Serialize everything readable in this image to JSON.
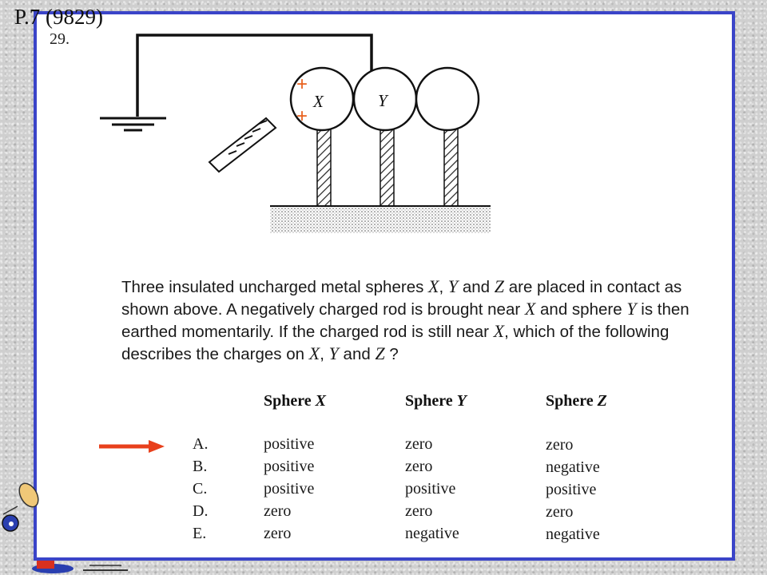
{
  "slide": {
    "title": "P.7 (9829)",
    "question_number": "29."
  },
  "diagram": {
    "sphere_labels": [
      "X",
      "Y"
    ],
    "sphere_x_charge_marks": [
      "+",
      "+"
    ],
    "rod_charge_marks": [
      "-",
      "-",
      "-",
      "-",
      "-"
    ]
  },
  "question": {
    "parts": [
      "Three insulated uncharged metal spheres ",
      "X",
      ", ",
      "Y",
      " and ",
      "Z",
      " are placed in contact as shown above.  A negatively charged rod is brought near ",
      "X",
      " and sphere ",
      "Y",
      " is then earthed momentarily.  If the charged rod is still near ",
      "X",
      ", which of the following describes the charges on ",
      "X",
      ", ",
      "Y",
      " and ",
      "Z",
      " ?"
    ]
  },
  "table": {
    "headers": [
      {
        "prefix": "Sphere ",
        "var": "X"
      },
      {
        "prefix": "Sphere ",
        "var": "Y"
      },
      {
        "prefix": "Sphere ",
        "var": "Z"
      }
    ],
    "rows": [
      {
        "option": "A.",
        "x": "positive",
        "y": "zero",
        "z": "zero"
      },
      {
        "option": "B.",
        "x": "positive",
        "y": "zero",
        "z": "negative"
      },
      {
        "option": "C.",
        "x": "positive",
        "y": "positive",
        "z": "positive"
      },
      {
        "option": "D.",
        "x": "zero",
        "y": "zero",
        "z": "zero"
      },
      {
        "option": "E.",
        "x": "zero",
        "y": "negative",
        "z": "negative"
      }
    ],
    "selected_option": "A."
  },
  "colors": {
    "frame": "#3a44c8",
    "answer_arrow": "#e8401c",
    "plus_marks": "#e8601c"
  },
  "icons": {
    "pointer": "arrow-right-icon",
    "mascot": "cartoon-figure-icon"
  }
}
